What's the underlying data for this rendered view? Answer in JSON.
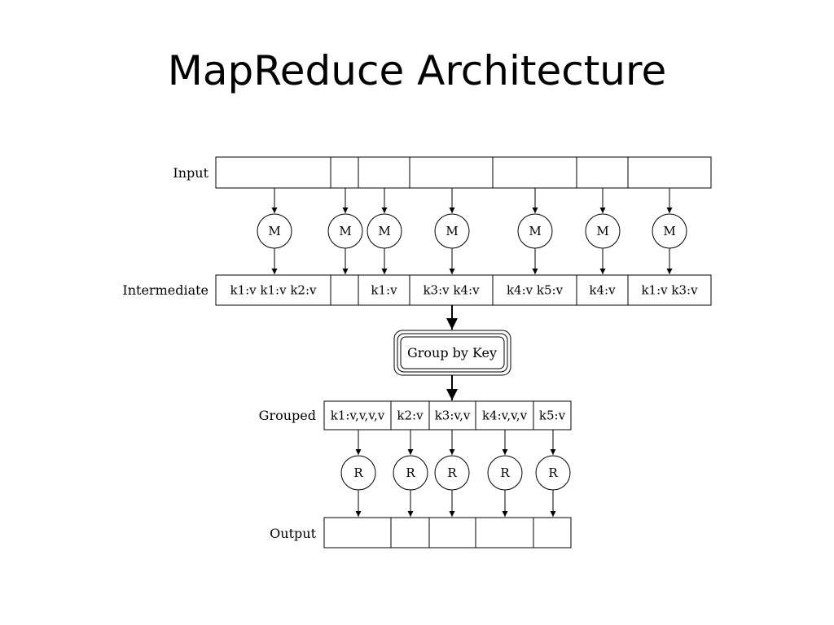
{
  "slide": {
    "title": "MapReduce Architecture"
  },
  "rows": {
    "input": {
      "label": "Input",
      "cells": [
        "",
        "",
        "",
        "",
        "",
        "",
        ""
      ]
    },
    "intermediate": {
      "label": "Intermediate",
      "cells": [
        "k1:v k1:v k2:v",
        "",
        "k1:v",
        "k3:v k4:v",
        "k4:v k5:v",
        "k4:v",
        "k1:v k3:v"
      ]
    },
    "grouped": {
      "label": "Grouped",
      "cells": [
        "k1:v,v,v,v",
        "k2:v",
        "k3:v,v",
        "k4:v,v,v",
        "k5:v"
      ]
    },
    "output": {
      "label": "Output",
      "cells": [
        "",
        "",
        "",
        "",
        ""
      ]
    }
  },
  "map_nodes": [
    "M",
    "M",
    "M",
    "M",
    "M",
    "M",
    "M"
  ],
  "reduce_nodes": [
    "R",
    "R",
    "R",
    "R",
    "R"
  ],
  "group_node": {
    "label": "Group by Key"
  },
  "colors": {
    "stroke": "#000000",
    "background": "#ffffff"
  }
}
